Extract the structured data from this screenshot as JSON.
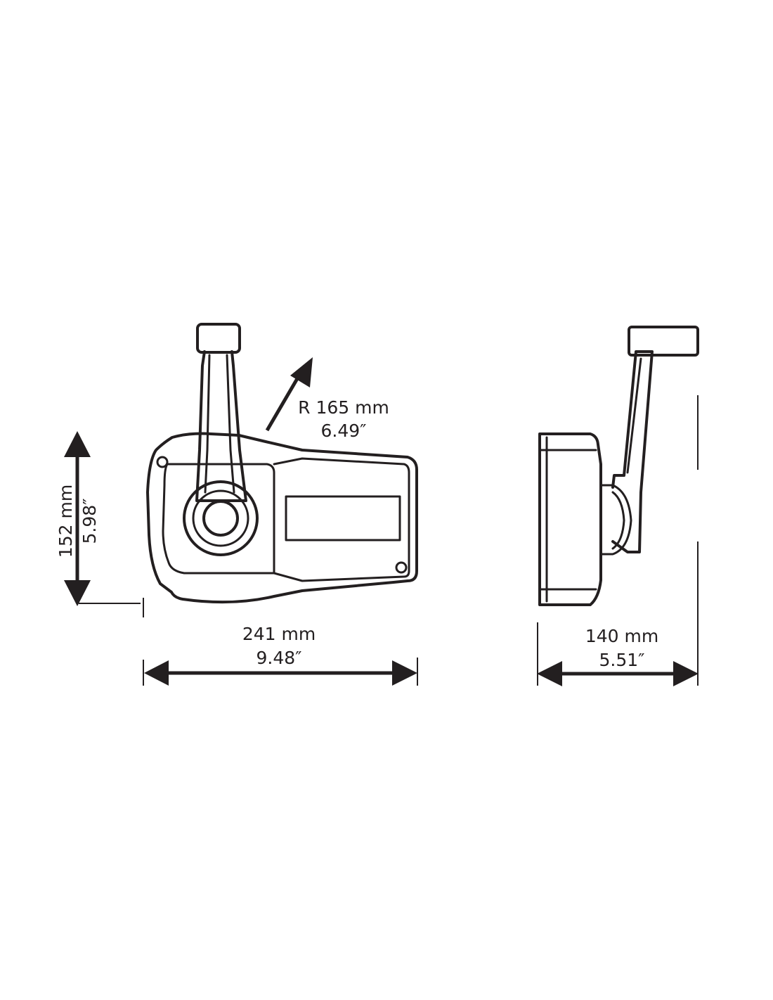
{
  "dimensions": {
    "radius": {
      "metric": "R 165 mm",
      "imperial": "6.49″"
    },
    "height": {
      "metric": "152 mm",
      "imperial": "5.98″"
    },
    "width_front": {
      "metric": "241 mm",
      "imperial": "9.48″"
    },
    "width_side": {
      "metric": "140 mm",
      "imperial": "5.51″"
    }
  },
  "colors": {
    "line": "#231f20",
    "background": "#ffffff"
  }
}
